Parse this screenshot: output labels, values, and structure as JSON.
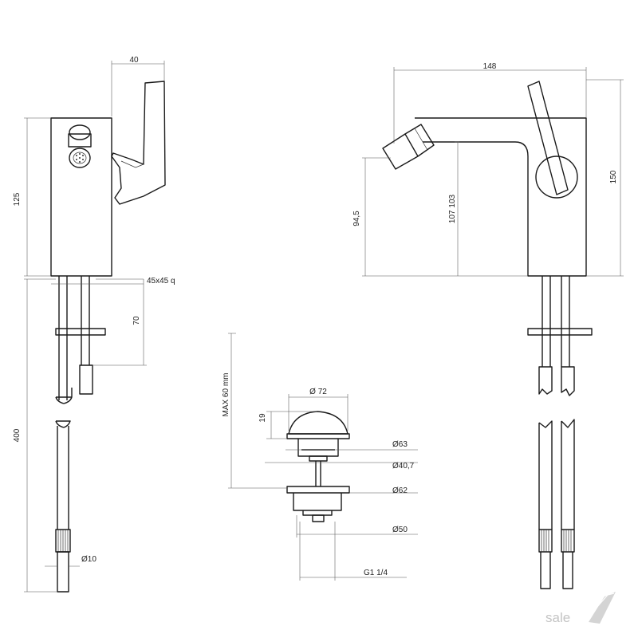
{
  "dimensions": {
    "side_width": "40",
    "side_height": "125",
    "connection": "45x45 q",
    "connection_depth": "70",
    "hose_length": "400",
    "hose_diameter": "Ø10",
    "front_width": "148",
    "front_height": "150",
    "spout_height": "94,5",
    "body_height": "107 103"
  },
  "drain": {
    "max_height": "MAX 60 mm",
    "cap_diameter": "Ø 72",
    "cap_height": "19",
    "d63": "Ø63",
    "d40_7": "Ø40,7",
    "d62": "Ø62",
    "d50": "Ø50",
    "thread": "G1 1/4"
  },
  "brand": {
    "logo_text": "sale"
  }
}
